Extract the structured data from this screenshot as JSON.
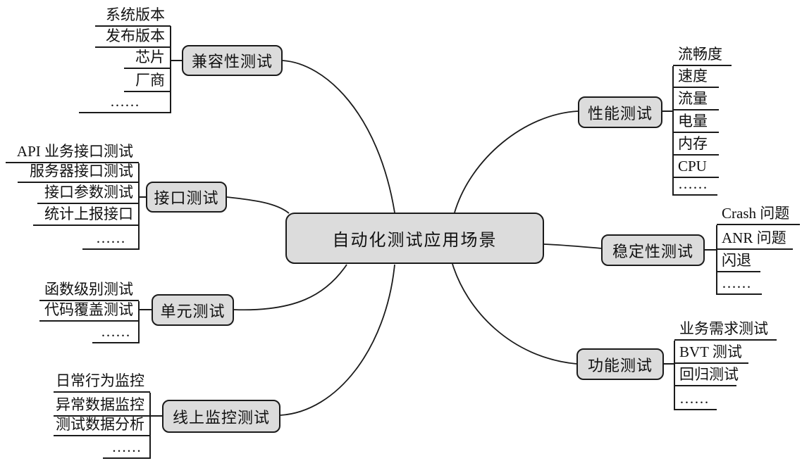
{
  "diagram": {
    "central": {
      "label": "自动化测试应用场景"
    },
    "branches": [
      {
        "id": "compatibility",
        "label": "兼容性测试",
        "items": [
          "系统版本",
          "发布版本",
          "芯片",
          "厂商",
          "……"
        ]
      },
      {
        "id": "interface",
        "label": "接口测试",
        "items": [
          "API 业务接口测试",
          "服务器接口测试",
          "接口参数测试",
          "统计上报接口",
          "……"
        ]
      },
      {
        "id": "unit",
        "label": "单元测试",
        "items": [
          "函数级别测试",
          "代码覆盖测试",
          "……"
        ]
      },
      {
        "id": "online-monitoring",
        "label": "线上监控测试",
        "items": [
          "日常行为监控",
          "异常数据监控",
          "测试数据分析",
          "……"
        ]
      },
      {
        "id": "performance",
        "label": "性能测试",
        "items": [
          "流畅度",
          "速度",
          "流量",
          "电量",
          "内存",
          "CPU",
          "……"
        ]
      },
      {
        "id": "stability",
        "label": "稳定性测试",
        "items": [
          "Crash 问题",
          "ANR 问题",
          "闪退",
          "……"
        ]
      },
      {
        "id": "functional",
        "label": "功能测试",
        "items": [
          "业务需求测试",
          "BVT 测试",
          "回归测试",
          "……"
        ]
      }
    ],
    "colors": {
      "node_fill": "#dcdcdc",
      "node_border": "#1b1b1b",
      "line": "#1b1b1b",
      "text": "#111111",
      "background": "#ffffff"
    }
  }
}
